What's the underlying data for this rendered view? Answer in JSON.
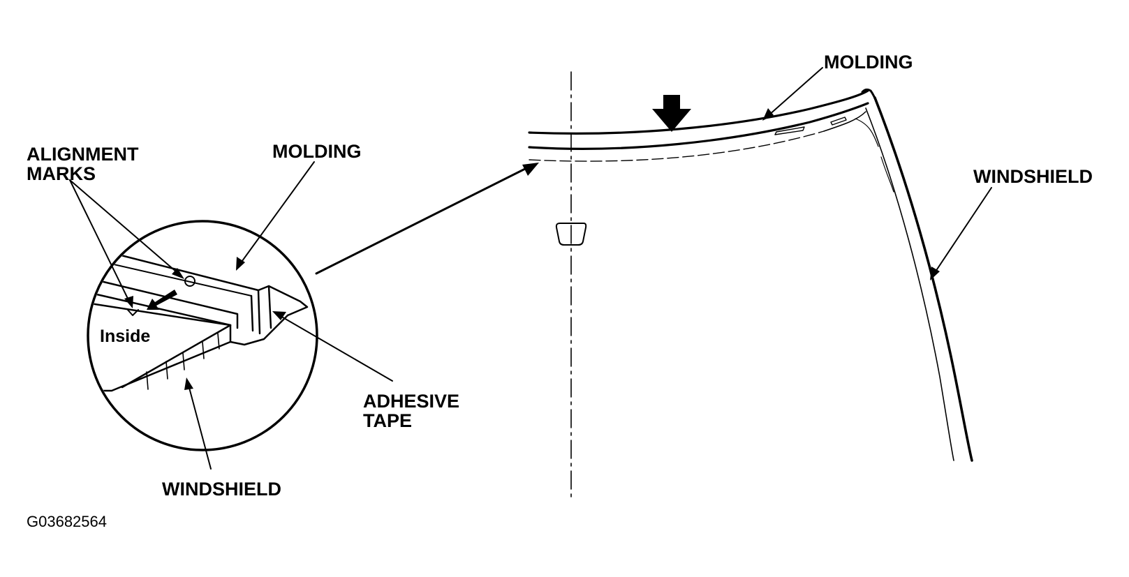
{
  "labels": {
    "alignment_marks_line1": "ALIGNMENT",
    "alignment_marks_line2": "MARKS",
    "molding_detail": "MOLDING",
    "molding_main": "MOLDING",
    "windshield_main": "WINDSHIELD",
    "windshield_detail": "WINDSHIELD",
    "adhesive_tape_line1": "ADHESIVE",
    "adhesive_tape_line2": "TAPE",
    "inside": "Inside",
    "figure_code": "G03682564"
  },
  "colors": {
    "ink": "#000000",
    "background": "#ffffff"
  },
  "icons": [
    "down-arrow-icon",
    "push-direction-arrow-icon"
  ]
}
